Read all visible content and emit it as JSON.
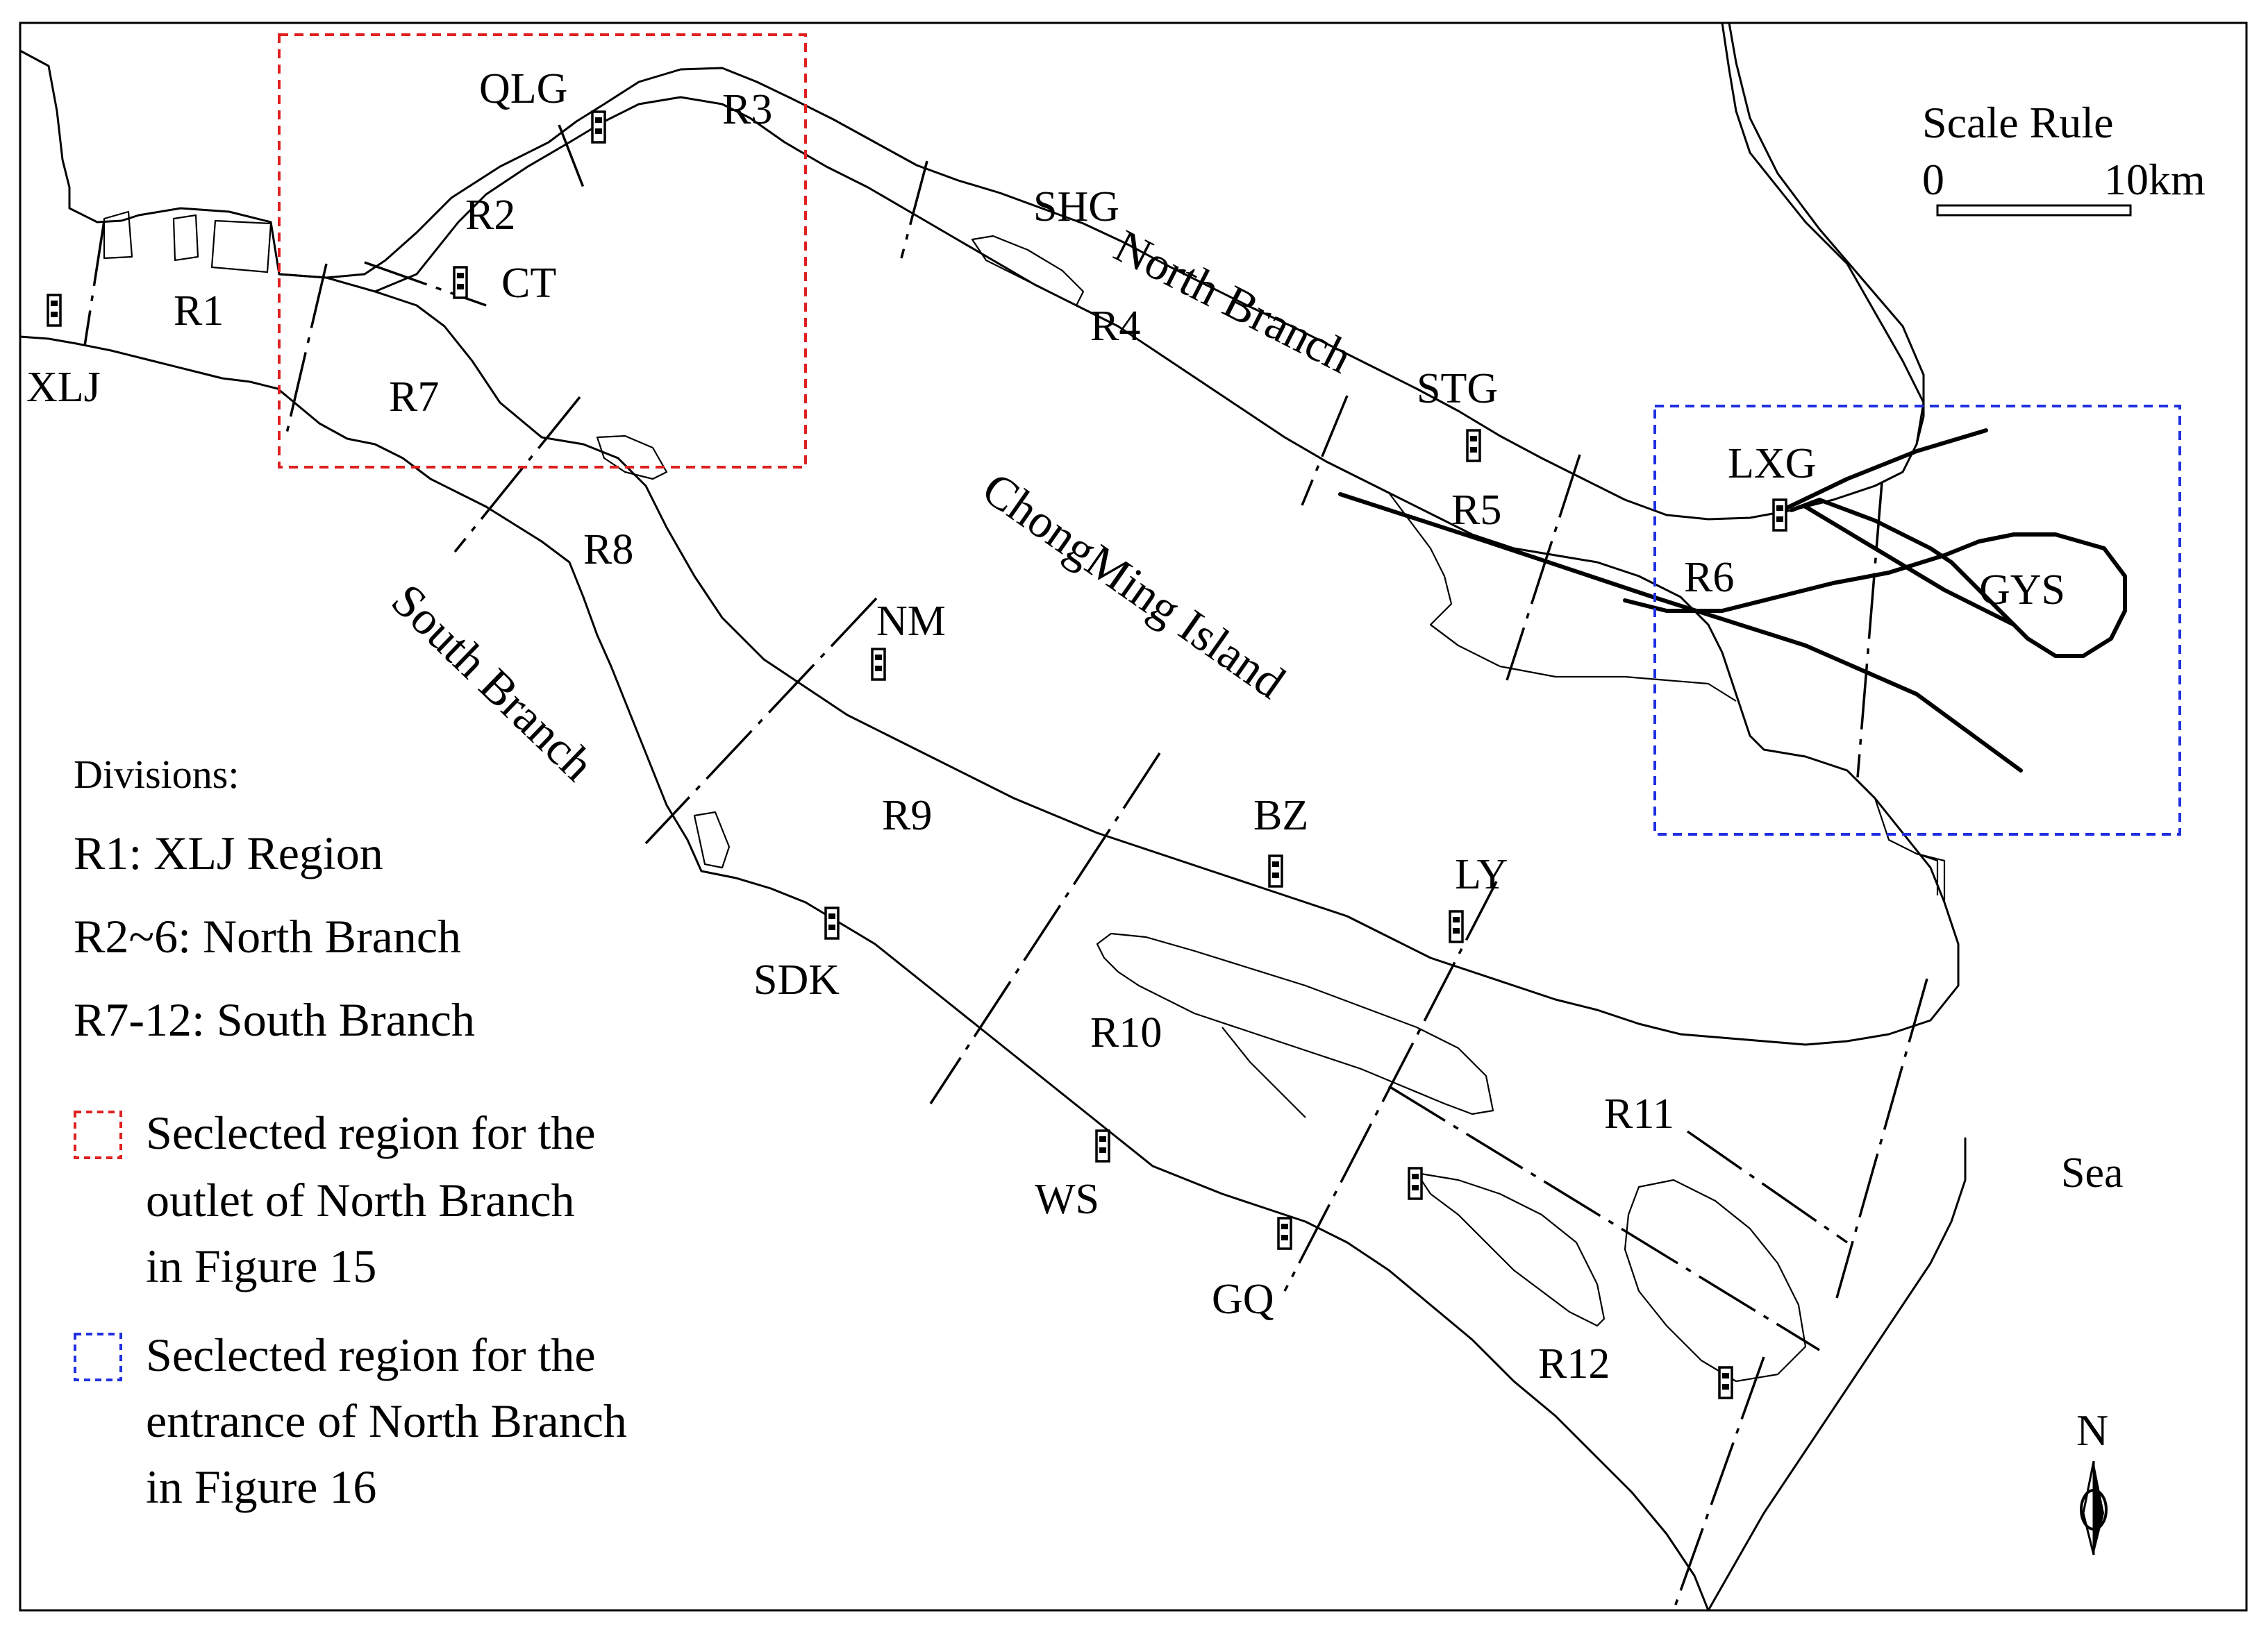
{
  "regions": {
    "r1": "R1",
    "r2": "R2",
    "r3": "R3",
    "r4": "R4",
    "r5": "R5",
    "r6": "R6",
    "r7": "R7",
    "r8": "R8",
    "r9": "R9",
    "r10": "R10",
    "r11": "R11",
    "r12": "R12"
  },
  "stations": {
    "xlj": "XLJ",
    "qlg": "QLG",
    "ct": "CT",
    "shg": "SHG",
    "stg": "STG",
    "lxg": "LXG",
    "gys": "GYS",
    "nm": "NM",
    "bz": "BZ",
    "ly": "LY",
    "sdk": "SDK",
    "ws": "WS",
    "gq": "GQ"
  },
  "place_names": {
    "north_branch": "North Branch",
    "south_branch": "South Branch",
    "chongming_island": "ChongMing Island",
    "sea": "Sea"
  },
  "scale": {
    "title": "Scale Rule",
    "start": "0",
    "end": "10km"
  },
  "north_arrow": {
    "label": "N",
    "icon": "north-arrow-icon"
  },
  "legend": {
    "divisions_title": "Divisions:",
    "division_r1": "R1: XLJ Region",
    "division_north": "R2~6: North Branch",
    "division_south": "R7-12: South Branch",
    "red_box_line1": "Seclected region for the",
    "red_box_line2": "outlet of North Branch",
    "red_box_line3": "in Figure 15",
    "blue_box_line1": "Seclected region for the",
    "blue_box_line2": "entrance of North Branch",
    "blue_box_line3": "in Figure 16"
  },
  "colors": {
    "outlet_box": "#e02020",
    "entrance_box": "#2030e0",
    "line": "#000000"
  }
}
